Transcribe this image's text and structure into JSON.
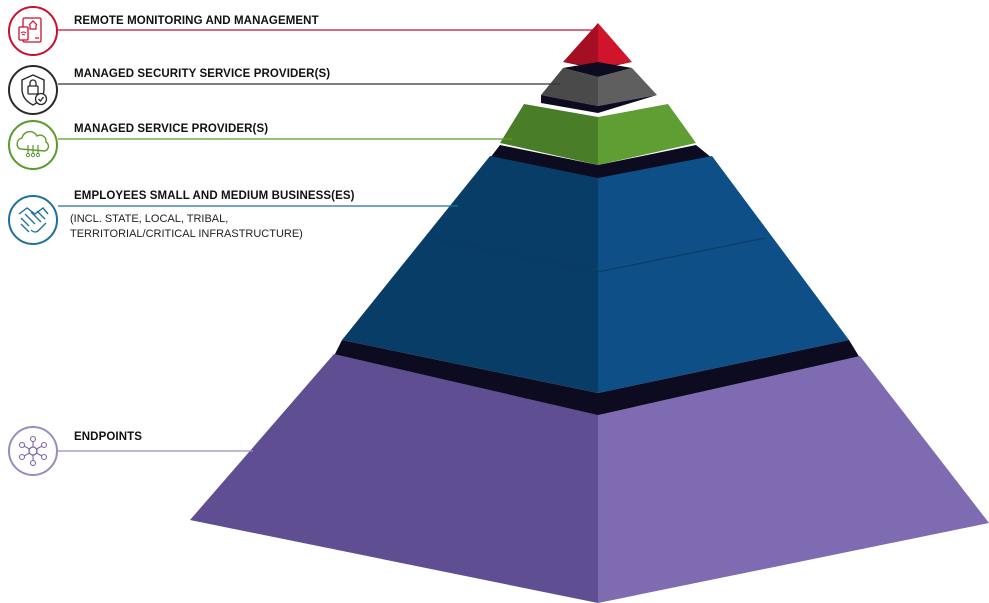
{
  "tiers": [
    {
      "id": "rmm",
      "label": "REMOTE MONITORING AND MANAGEMENT",
      "color": "#c8102e",
      "icon": "remote-monitoring-icon"
    },
    {
      "id": "mssp",
      "label": "MANAGED SECURITY SERVICE PROVIDER(S)",
      "color": "#3a3a3a",
      "icon": "security-shield-icon"
    },
    {
      "id": "msp",
      "label": "MANAGED SERVICE PROVIDER(S)",
      "color": "#5a9a2e",
      "icon": "cloud-network-icon"
    },
    {
      "id": "smb",
      "label": "EMPLOYEES SMALL AND MEDIUM BUSINESS(ES)",
      "sublabel_lines": [
        "(INCL. STATE, LOCAL, TRIBAL,",
        "TERRITORIAL/CRITICAL  INFRASTRUCTURE)"
      ],
      "color": "#1f6f9c",
      "icon": "handshake-icon"
    },
    {
      "id": "endpoints",
      "label": "ENDPOINTS",
      "color": "#7b64a8",
      "icon": "endpoints-network-icon"
    }
  ],
  "colors": {
    "rmm_light": "#d0142c",
    "rmm_dark": "#a50f23",
    "mssp_light": "#5f5f5f",
    "mssp_dark": "#4a4a4a",
    "msp_light": "#5f9e33",
    "msp_dark": "#4a7d28",
    "smb_light": "#0d4f86",
    "smb_dark": "#083d68",
    "end_light": "#7f6bb2",
    "end_dark": "#5f4f92",
    "gap": "#0d0b1f"
  }
}
